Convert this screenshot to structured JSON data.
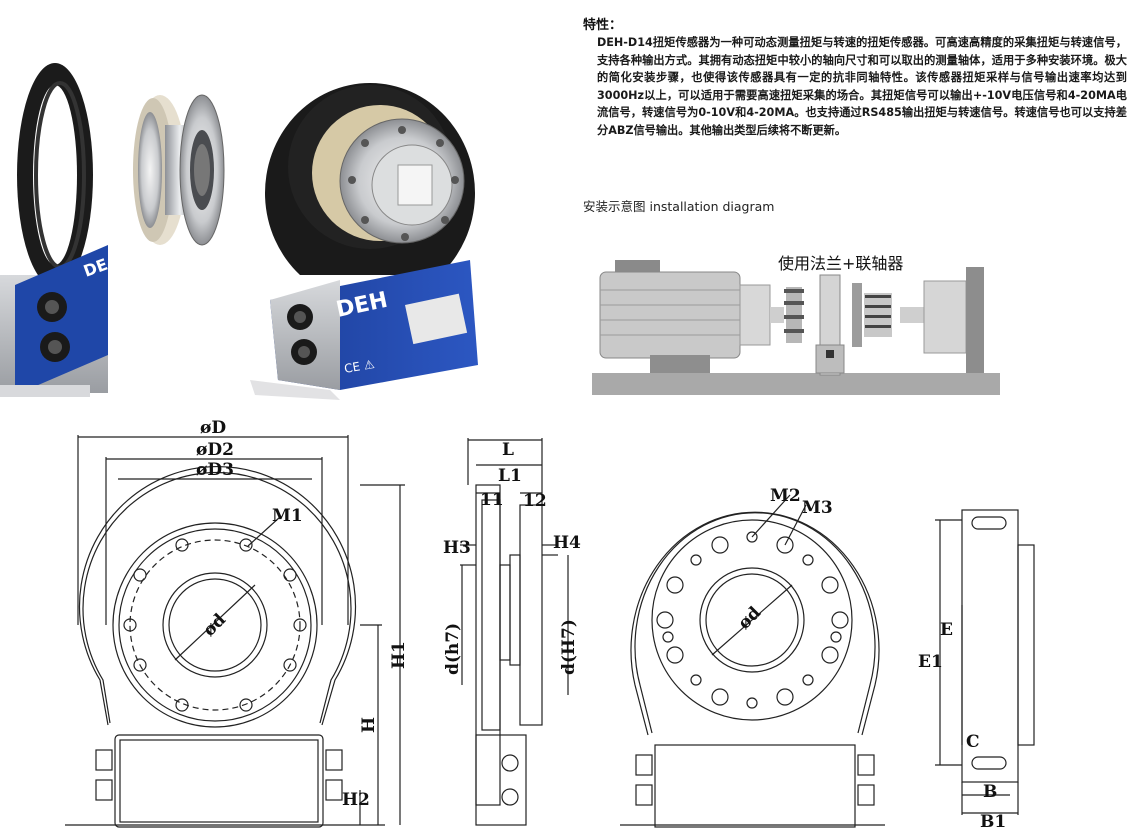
{
  "features": {
    "heading": "特性：",
    "body": "DEH-D14扭矩传感器为一种可动态测量扭矩与转速的扭矩传感器。可高速高精度的采集扭矩与转速信号，支持各种输出方式。其拥有动态扭矩中较小的轴向尺寸和可以取出的测量轴体，适用于多种安装环境。极大的简化安装步骤，也使得该传感器具有一定的抗非同轴特性。该传感器扭矩采样与信号输出速率均达到3000Hz以上，可以适用于需要高速扭矩采集的场合。其扭矩信号可以输出+-10V电压信号和4-20MA电流信号，转速信号为0-10V和4-20MA。也支持通过RS485输出扭矩与转速信号。转速信号也可以支持差分ABZ信号输出。其他输出类型后续将不断更新。"
  },
  "install": {
    "label": "安装示意图 installation diagram",
    "caption": "使用法兰+联轴器"
  },
  "product": {
    "brand": "DEH",
    "marks": "CE ⚠"
  },
  "dimensions": {
    "front": {
      "D": "øD",
      "D2": "øD2",
      "D3": "øD3",
      "M1": "M1",
      "d": "ød",
      "H1": "H1",
      "H": "H",
      "H2": "H2"
    },
    "side": {
      "L": "L",
      "L1": "L1",
      "l1": "11",
      "l2": "12",
      "H3": "H3",
      "H4": "H4",
      "dh7": "d(h7)",
      "dH7": "d(H7)"
    },
    "back": {
      "M2": "M2",
      "M3": "M3",
      "d": "ød"
    },
    "right": {
      "E": "E",
      "E1": "E1",
      "C": "C",
      "B": "B",
      "B1": "B1"
    }
  }
}
